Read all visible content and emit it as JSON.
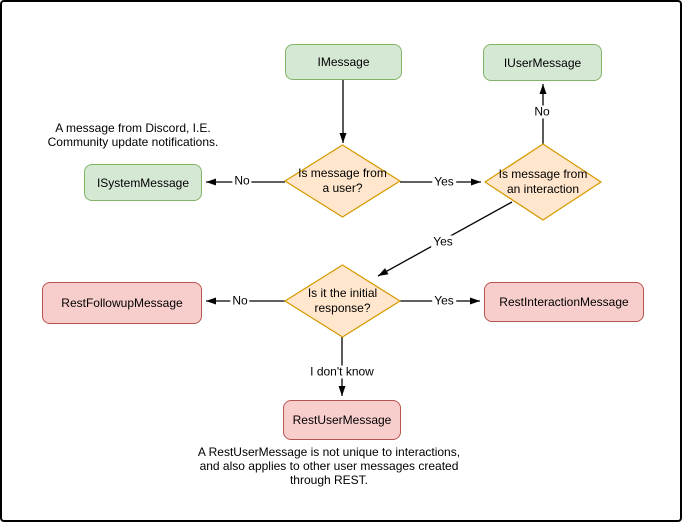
{
  "colors": {
    "green_fill": "#d5e8d4",
    "green_stroke": "#82b366",
    "orange_fill": "#ffe6cc",
    "orange_stroke": "#d79b00",
    "red_fill": "#f8cecc",
    "red_stroke": "#b85450",
    "edge": "#000000"
  },
  "nodes": {
    "imessage": "IMessage",
    "iusermessage": "IUserMessage",
    "isystemmessage": "ISystemMessage",
    "restfollowupmessage": "RestFollowupMessage",
    "restinteractionmessage": "RestInteractionMessage",
    "restusermessage": "RestUserMessage"
  },
  "decisions": {
    "from_user": {
      "line1": "Is message from",
      "line2": "a user?"
    },
    "from_interaction": {
      "line1": "Is message from",
      "line2": "an interaction"
    },
    "initial_response": {
      "line1": "Is it the initial",
      "line2": "response?"
    }
  },
  "edge_labels": {
    "no_to_isystemmessage": "No",
    "yes_to_interaction": "Yes",
    "no_to_iusermessage": "No",
    "yes_to_initial_response": "Yes",
    "no_to_restfollowupmessage": "No",
    "yes_to_restinteractionmessage": "Yes",
    "dont_know": "I don't know"
  },
  "notes": {
    "system_note": {
      "line1": "A message from Discord, I.E.",
      "line2": "Community update notifications."
    },
    "restuser_note": {
      "line1": "A RestUserMessage is not unique to interactions,",
      "line2": "and also applies to other user messages created",
      "line3": "through REST."
    }
  }
}
